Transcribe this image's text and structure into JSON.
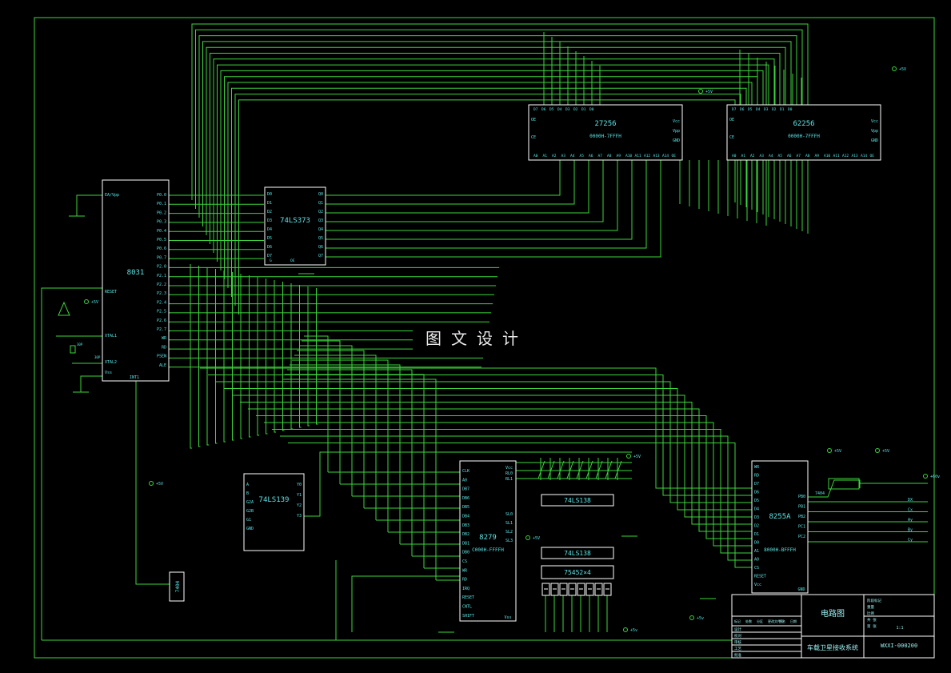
{
  "colors": {
    "line": "#3cd63c",
    "chip": "#ffffff",
    "text": "#5ce6e6",
    "label": "#9cf0f0"
  },
  "chips": {
    "mcu": {
      "name": "8031",
      "left_pins": [
        "EA/Vpp",
        "RESET",
        "XTAL1",
        "XTAL2",
        "Vss"
      ],
      "right_pins": [
        "P0.0",
        "P0.1",
        "P0.2",
        "P0.3",
        "P0.4",
        "P0.5",
        "P0.6",
        "P0.7",
        "P2.0",
        "P2.1",
        "P2.2",
        "P2.3",
        "P2.4",
        "P2.5",
        "P2.6",
        "P2.7",
        "WR",
        "RD",
        "PSEN",
        "ALE"
      ],
      "bottom_pin": "INT1"
    },
    "latch": {
      "name": "74LS373",
      "left_pins": [
        "D0",
        "D1",
        "D2",
        "D3",
        "D4",
        "D5",
        "D6",
        "D7"
      ],
      "right_pins": [
        "Q0",
        "Q1",
        "Q2",
        "Q3",
        "Q4",
        "Q5",
        "Q6",
        "Q7"
      ],
      "bottom_pins": [
        "G",
        "OE"
      ]
    },
    "eprom": {
      "name": "27256",
      "range": "0000H-7FFFH",
      "top_pins": [
        "D7",
        "D6",
        "D5",
        "D4",
        "D3",
        "D2",
        "D1",
        "D0"
      ],
      "left_pins": [
        "OE",
        "CE"
      ],
      "right_pins": [
        "Vcc",
        "Vpp",
        "GND"
      ],
      "bottom_pins": [
        "A0",
        "A1",
        "A2",
        "A3",
        "A4",
        "A5",
        "A6",
        "A7",
        "A8",
        "A9",
        "A10",
        "A11",
        "A12",
        "A13",
        "A14",
        "OE"
      ]
    },
    "sram": {
      "name": "62256",
      "range": "0000H-7FFFH",
      "top_pins": [
        "D7",
        "D6",
        "D5",
        "D4",
        "D3",
        "D2",
        "D1",
        "D0"
      ],
      "left_pins": [
        "OE",
        "CE"
      ],
      "right_pins": [
        "Vcc",
        "Vpp",
        "GND"
      ],
      "bottom_pins": [
        "A0",
        "A1",
        "A2",
        "A3",
        "A4",
        "A5",
        "A6",
        "A7",
        "A8",
        "A9",
        "A10",
        "A11",
        "A12",
        "A13",
        "A14",
        "OE"
      ]
    },
    "decoder": {
      "name": "74LS139",
      "left_pins": [
        "A",
        "B",
        "G2A",
        "G2B",
        "G1",
        "GND"
      ],
      "right_pins": [
        "Y0",
        "Y1",
        "Y2",
        "Y3"
      ]
    },
    "kbd": {
      "name": "8279",
      "range": "C000H-FFFFH",
      "left_pins": [
        "CLK",
        "A0",
        "DB7",
        "DB6",
        "DB5",
        "DB4",
        "DB3",
        "DB2",
        "DB1",
        "DB0",
        "CS",
        "WR",
        "RD",
        "IRQ",
        "RESET",
        "CNTL",
        "SHIFT"
      ],
      "right_pins": [
        "Vcc",
        "RL0",
        "RL1",
        "SL0",
        "SL1",
        "SL2",
        "SL3"
      ],
      "bottom_pin": "Vss"
    },
    "ppi": {
      "name": "8255A",
      "range": "8000H-BFFFH",
      "left_pins": [
        "WR",
        "RD",
        "D7",
        "D6",
        "D5",
        "D4",
        "D3",
        "D2",
        "D1",
        "D0",
        "A1",
        "A0",
        "CS",
        "RESET",
        "Vcc"
      ],
      "right_pins": [
        "PB0",
        "PB1",
        "PB2",
        "PC1",
        "PC2"
      ],
      "bottom_pin": "GND"
    },
    "dec1": {
      "name": "74LS138"
    },
    "dec2": {
      "name": "74LS138"
    },
    "drv": {
      "name": "75452×4"
    },
    "inv": {
      "name": "7404"
    },
    "inv2": {
      "name": "7404"
    }
  },
  "supply": {
    "plus5": "+5V",
    "plus5_alt": "+5v",
    "plus60": "+60v"
  },
  "outputs": [
    "DX",
    "Cx",
    "Ay",
    "By",
    "Cy"
  ],
  "crystal": {
    "cap1": "30P",
    "cap2": "30P"
  },
  "watermark": "图文设计",
  "title_block": {
    "drawing_type": "电路图",
    "project": "车载卫星接收系统",
    "drawing_no": "WXXI-000200",
    "headers": [
      "标记",
      "处数",
      "分区",
      "更改文件号",
      "签名",
      "日期"
    ],
    "roles": [
      "设计",
      "校对",
      "审核",
      "工艺",
      "批准"
    ],
    "right_labels": [
      "阶段标记",
      "重量",
      "比例",
      "共 张",
      "第 张"
    ],
    "scale": "1:1"
  }
}
